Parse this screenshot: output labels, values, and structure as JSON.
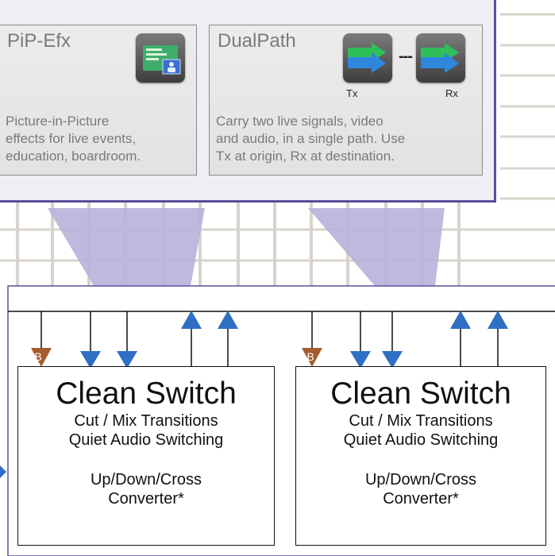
{
  "cards": [
    {
      "title": "PiP-Efx",
      "icon": "pip-window-icon",
      "description": [
        "Picture-in-Picture",
        "effects for live events,",
        "education, boardroom."
      ]
    },
    {
      "title": "DualPath",
      "icons": [
        "dual-arrow-icon",
        "dual-arrow-icon"
      ],
      "tx_label": "Tx",
      "rx_label": "Rx",
      "separator": "---",
      "description": [
        "Carry two live signals, video",
        "and audio, in a single path. Use",
        "Tx at origin, Rx at destination."
      ]
    }
  ],
  "modules": [
    {
      "badge": "B",
      "title": "Clean Switch",
      "lines": [
        "Cut / Mix Transitions",
        "Quiet Audio Switching"
      ],
      "lines2": [
        "Up/Down/Cross",
        "Converter*"
      ]
    },
    {
      "badge": "B",
      "title": "Clean Switch",
      "lines": [
        "Cut / Mix Transitions",
        "Quiet Audio Switching"
      ],
      "lines2": [
        "Up/Down/Cross",
        "Converter*"
      ]
    }
  ],
  "colors": {
    "panel_border": "#5c4d9c",
    "funnel": "#b7b0d8",
    "arrow_blue": "#2f6fc4",
    "badge_brown": "#a65c2c",
    "grid": "#d6d2cc"
  }
}
